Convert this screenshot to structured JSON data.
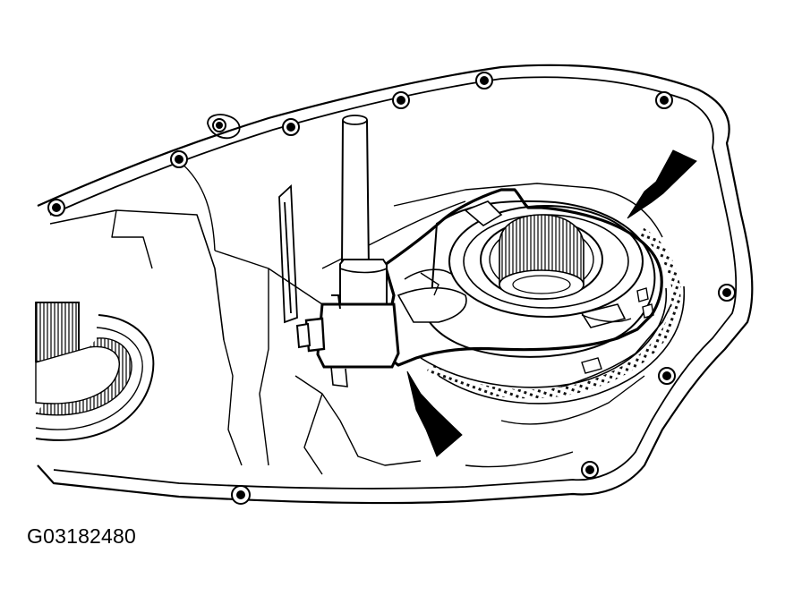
{
  "figure": {
    "code": "G03182480",
    "colors": {
      "line": "#000000",
      "background": "#ffffff",
      "hatch": "#111111"
    },
    "icons": [
      "arrow-pointer",
      "case-bolt",
      "shift-rail",
      "shift-fork",
      "sprocket-bearing"
    ]
  }
}
